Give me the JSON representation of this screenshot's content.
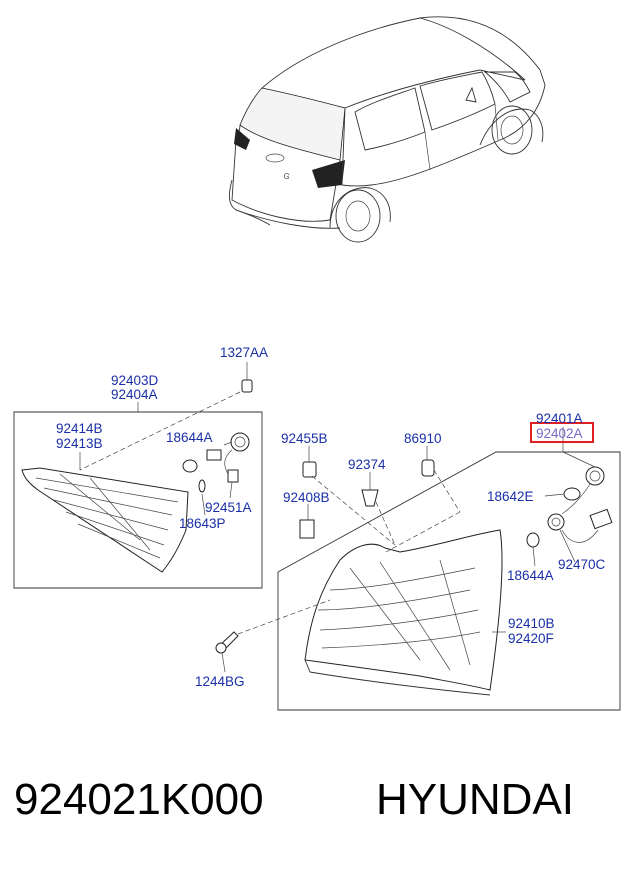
{
  "labels": {
    "l1327AA": "1327AA",
    "l92403D": "92403D",
    "l92404A": "92404A",
    "l92414B": "92414B",
    "l92413B": "92413B",
    "l18644A_left": "18644A",
    "l92451A": "92451A",
    "l18643P": "18643P",
    "l92455B": "92455B",
    "l86910": "86910",
    "l92374": "92374",
    "l92408B": "92408B",
    "l92401A": "92401A",
    "l92402A": "92402A",
    "l18642E": "18642E",
    "l92470C": "92470C",
    "l18644A_right": "18644A",
    "l92410B": "92410B",
    "l92420F": "92420F",
    "l1244BG": "1244BG"
  },
  "footer": {
    "part_number": "924021K000",
    "brand": "HYUNDAI"
  },
  "colors": {
    "label": "#1a2fa8",
    "highlight": "#e02020"
  }
}
